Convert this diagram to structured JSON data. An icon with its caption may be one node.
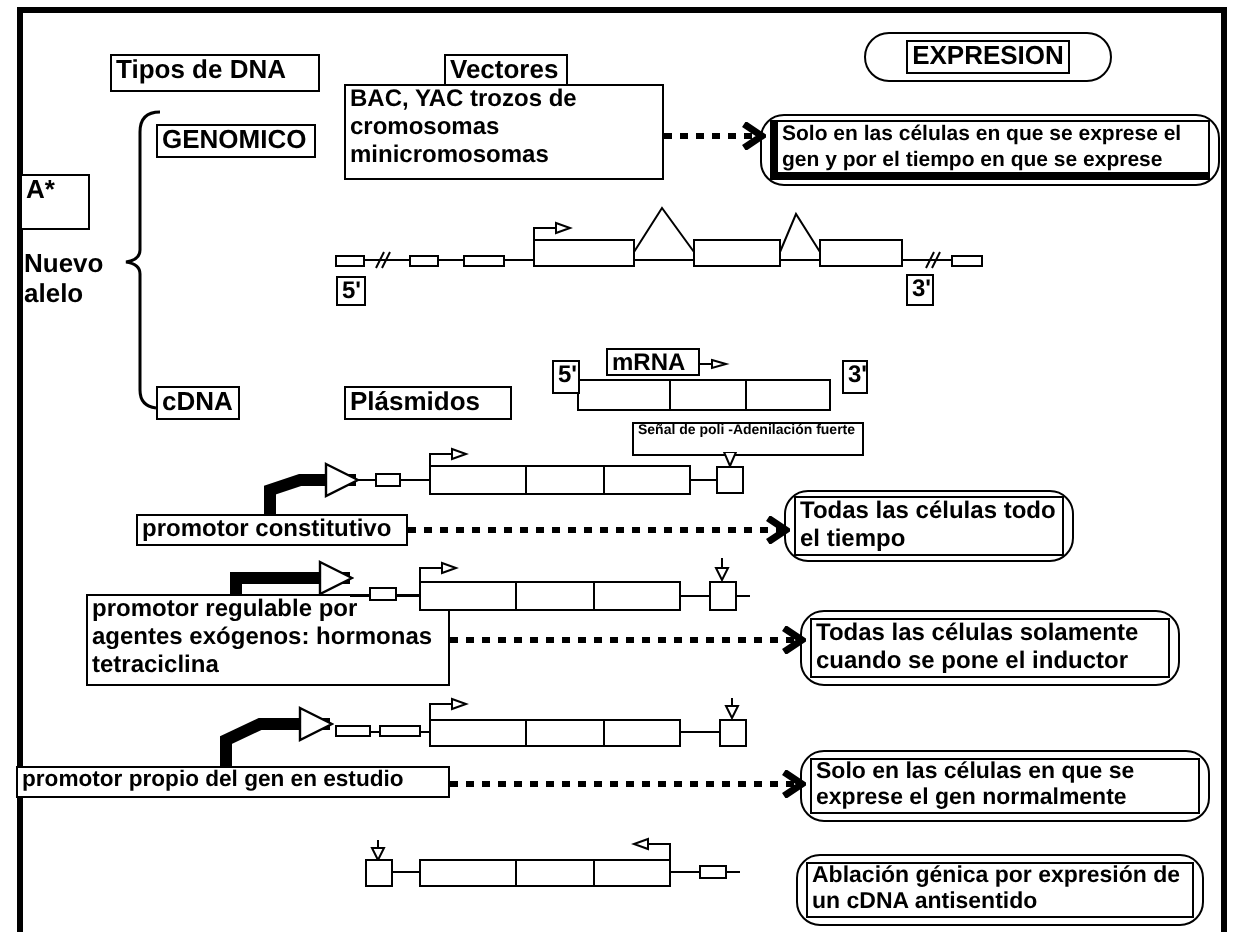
{
  "diagram": {
    "nodes": [
      {
        "text": [
          "Tipos de DNA"
        ]
      },
      {
        "text": [
          "Vectores"
        ]
      },
      {
        "text": [
          "EXPRESION"
        ]
      },
      {
        "text": [
          "GENOMICO"
        ]
      },
      {
        "text": [
          "BAC, YAC trozos de cromosomas minicromosomas"
        ]
      },
      {
        "text": [
          "Solo en las células en que se exprese el gen y por el tiempo en que se exprese"
        ]
      },
      {
        "text": [
          "A*"
        ]
      },
      {
        "text": [
          "Nuevo alelo"
        ]
      },
      {
        "text": [
          "5'"
        ]
      },
      {
        "text": [
          "3'"
        ]
      },
      {
        "text": [
          "mRNA"
        ]
      },
      {
        "text": [
          "5'"
        ]
      },
      {
        "text": [
          "3'"
        ]
      },
      {
        "text": [
          "cDNA"
        ]
      },
      {
        "text": [
          "Plásmidos"
        ]
      },
      {
        "text": [
          "Señal de poli -Adenilación fuerte"
        ]
      },
      {
        "text": [
          "promotor constitutivo"
        ]
      },
      {
        "text": [
          "Todas las células todo el tiempo"
        ]
      },
      {
        "text": [
          "promotor regulable por agentes exógenos: hormonas tetraciclina"
        ]
      },
      {
        "text": [
          "Todas las células solamente cuando se pone el inductor"
        ]
      },
      {
        "text": [
          "promotor propio del gen en estudio"
        ]
      },
      {
        "text": [
          "Solo en las células en  que se exprese el gen normalmente"
        ]
      },
      {
        "text": [
          "Ablación génica por expresión de un cDNA  antisentido"
        ]
      },
      {
        "text": [],
        "shape": "box"
      },
      {
        "text": [],
        "shape": "picture"
      },
      {
        "text": [],
        "shape": "picture"
      },
      {
        "text": [],
        "shape": "picture"
      }
    ],
    "edges": [
      {
        "from": 4,
        "to": 5,
        "arrow": "to",
        "style": "dashed"
      },
      {
        "from": 16,
        "to": 17,
        "arrow": "to",
        "style": "dashed"
      },
      {
        "from": 18,
        "to": 19,
        "arrow": "to",
        "style": "dashed"
      },
      {
        "from": 20,
        "to": 21,
        "arrow": "to",
        "style": "dashed"
      },
      {
        "from": 15,
        "to": 23,
        "arrow": "to"
      },
      {
        "from": 16,
        "to": 24,
        "arrow": "to",
        "style": "thick"
      },
      {
        "from": 18,
        "to": 25,
        "arrow": "to",
        "style": "thick"
      },
      {
        "from": 20,
        "to": 26,
        "arrow": "to",
        "style": "thick"
      }
    ]
  }
}
